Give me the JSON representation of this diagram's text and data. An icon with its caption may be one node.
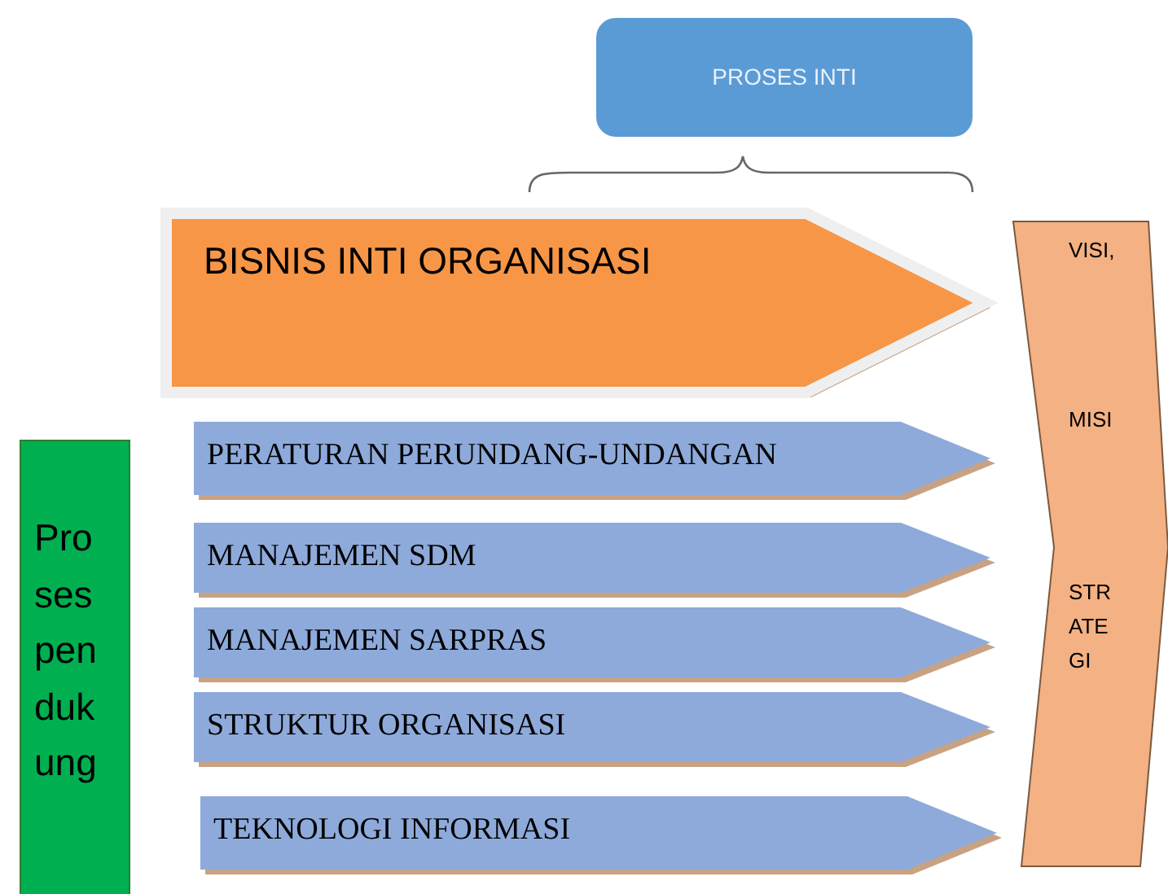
{
  "diagram": {
    "nodes": [
      {
        "text": [
          "PROSES INTI"
        ]
      },
      {
        "text": [
          "BISNIS INTI ORGANISASI"
        ]
      },
      {
        "text": [
          "PERATURAN PERUNDANG-UNDANGAN"
        ]
      },
      {
        "text": [
          "MANAJEMEN SDM"
        ]
      },
      {
        "text": [
          "MANAJEMEN SARPRAS"
        ]
      },
      {
        "text": [
          "STRUKTUR ORGANISASI"
        ]
      },
      {
        "text": [
          "TEKNOLOGI INFORMASI"
        ]
      },
      {
        "text": [
          "Pro ses pen duk ung"
        ]
      },
      {
        "text": [
          "VISI,",
          "MISI",
          "STR ATE GI"
        ]
      }
    ]
  }
}
